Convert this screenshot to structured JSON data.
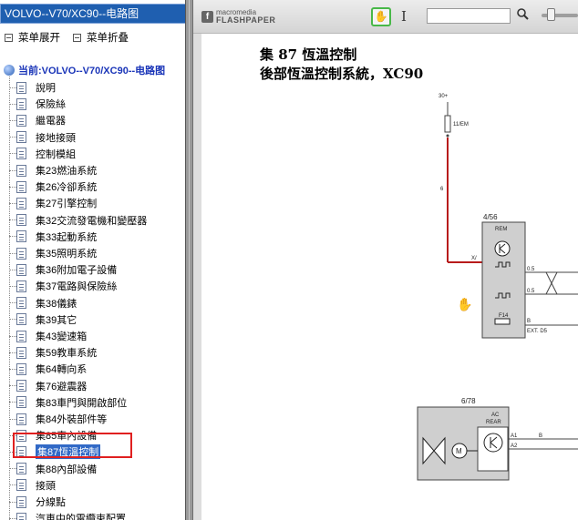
{
  "tree_title": "VOLVO--V70/XC90--电路图",
  "menu": {
    "expand_label": "菜单展开",
    "collapse_label": "菜单折叠"
  },
  "root_label": "当前:VOLVO--V70/XC90--电路图",
  "tree_items": [
    {
      "label": "說明"
    },
    {
      "label": "保險絲"
    },
    {
      "label": "繼電器"
    },
    {
      "label": "接地接頭"
    },
    {
      "label": "控制模組"
    },
    {
      "label": "集23燃油系統"
    },
    {
      "label": "集26冷卻系統"
    },
    {
      "label": "集27引擎控制"
    },
    {
      "label": "集32交流發電機和變壓器"
    },
    {
      "label": "集33起動系統"
    },
    {
      "label": "集35照明系統"
    },
    {
      "label": "集36附加電子設備"
    },
    {
      "label": "集37電路與保險絲"
    },
    {
      "label": "集38儀錶"
    },
    {
      "label": "集39其它"
    },
    {
      "label": "集43變速箱"
    },
    {
      "label": "集59教車系統"
    },
    {
      "label": "集64轉向系"
    },
    {
      "label": "集76避震器"
    },
    {
      "label": "集83車門與開啟部位"
    },
    {
      "label": "集84外裝部件等"
    },
    {
      "label": "集85車內設備"
    },
    {
      "label": "集87恆溫控制",
      "selected": true
    },
    {
      "label": "集88內部設備"
    },
    {
      "label": "接頭"
    },
    {
      "label": "分線點"
    },
    {
      "label": "汽車中的電纜束配置"
    }
  ],
  "viewer": {
    "logo_line1": "macromedia",
    "logo_line2": "FLASHPAPER",
    "logo_glyph": "f",
    "tools": {
      "hand_icon": "hand-icon",
      "text_icon": "text-cursor-icon",
      "search_icon": "magnifier-icon"
    },
    "search_value": ""
  },
  "document": {
    "title_line1": "集 87 恆溫控制",
    "title_line2": "後部恆溫控制系統，XC90",
    "labels": {
      "top_pin": "30+",
      "fuse": "11/EM",
      "wire_top": "6",
      "rem_id": "4/56",
      "rem_name": "REM",
      "sensor_a": "0.5",
      "sensor_b": "0.5",
      "pin_x": "X/",
      "fuse2": "F14",
      "pin_b": "B",
      "ext": "EXT. D5",
      "ac_id": "6/78",
      "ac_name_1": "AC",
      "ac_name_2": "REAR",
      "ac_pin1": "A1",
      "ac_pin2": "A2",
      "ac_pin3": "B"
    }
  },
  "colors": {
    "title_bar": "#1f5fb0",
    "selected": "#3169c6",
    "highlight_box": "#e02020",
    "wire_red": "#b81c1c",
    "component_fill": "#cfcfcf"
  }
}
